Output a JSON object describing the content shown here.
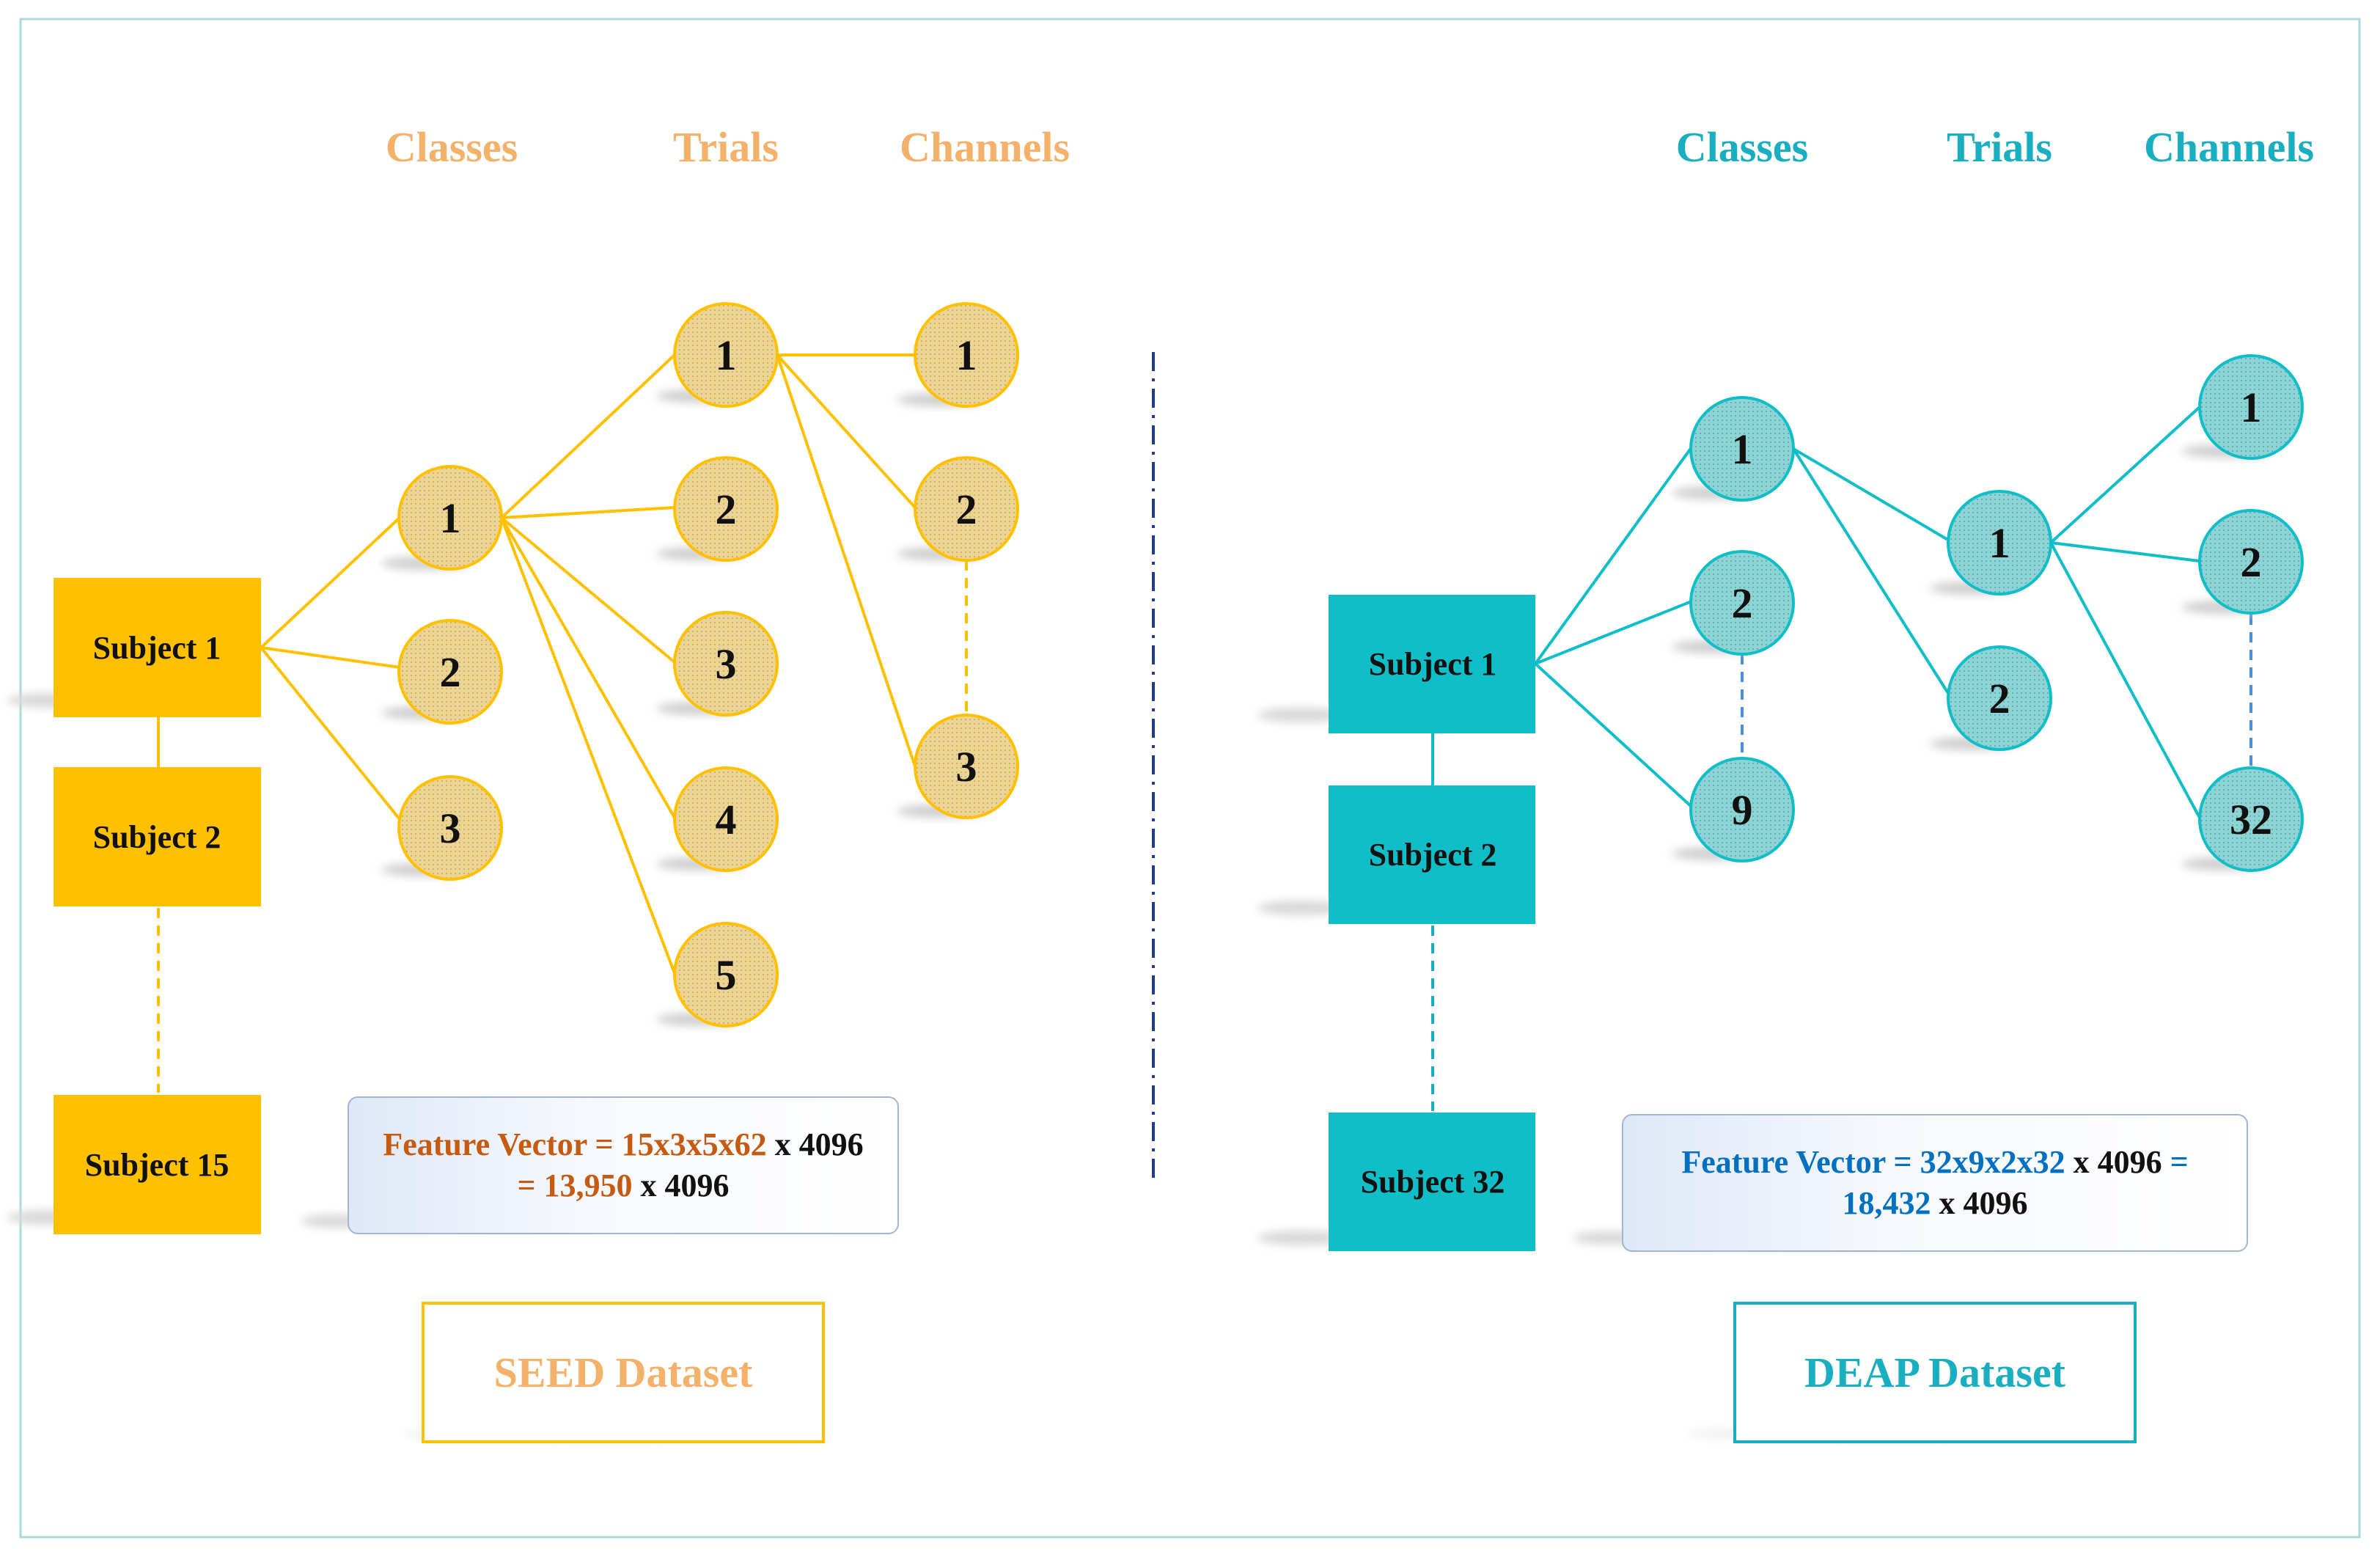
{
  "colors": {
    "seed_accent": "#FFC000",
    "seed_header": "#F4B16A",
    "seed_node_fill": "#EBD495",
    "seed_highlight": "#C55A11",
    "deap_accent": "#0FBEC6",
    "deap_node_fill": "#8FD3D5",
    "deap_highlight": "#0070C0",
    "deap_title": "#1AAFC0"
  },
  "seed": {
    "headers": {
      "classes": "Classes",
      "trials": "Trials",
      "channels": "Channels"
    },
    "subjects": [
      "Subject 1",
      "Subject 2",
      "Subject 15"
    ],
    "classes": [
      "1",
      "2",
      "3"
    ],
    "trials": [
      "1",
      "2",
      "3",
      "4",
      "5"
    ],
    "channels": [
      "1",
      "2",
      "3"
    ],
    "feature_vector": {
      "label": "Feature Vector = 15x3x5x62",
      "times": "x 4096",
      "eq": "= 13,950",
      "times2": "x 4096"
    },
    "title": "SEED Dataset"
  },
  "deap": {
    "headers": {
      "classes": "Classes",
      "trials": "Trials",
      "channels": "Channels"
    },
    "subjects": [
      "Subject 1",
      "Subject 2",
      "Subject 32"
    ],
    "classes": [
      "1",
      "2",
      "9"
    ],
    "trials": [
      "1",
      "2"
    ],
    "channels": [
      "1",
      "2",
      "32"
    ],
    "feature_vector": {
      "label": "Feature Vector = 32x9x2x32",
      "times": "x 4096",
      "eq1": "=",
      "eq": "18,432",
      "times2": "x 4096"
    },
    "title": "DEAP Dataset"
  }
}
